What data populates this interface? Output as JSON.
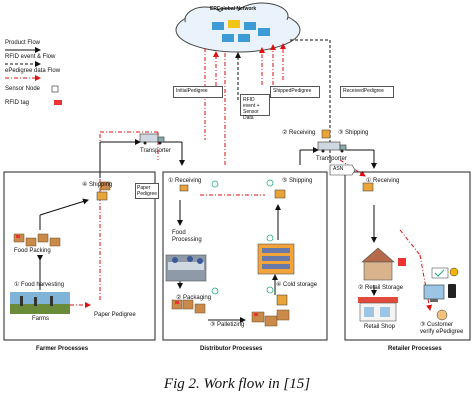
{
  "legend": {
    "product_flow": "Product Flow",
    "rfid_event": "RFID event & Flow",
    "epedigree_flow": "ePedigree data Flow",
    "sensor_node": "Sensor Node",
    "rfid_tag": "RFID tag"
  },
  "network": {
    "title": "EPCglobal Network"
  },
  "top_docs": {
    "initial": "InitialPedigree",
    "rfid_event": "RFID event + Sensor Data",
    "shipped": "ShippedPedigree",
    "received": "ReceivedPedigree"
  },
  "transporter": {
    "top": "Transporter",
    "middle": "Transporter"
  },
  "distributor_top": {
    "receiving": "② Receiving",
    "shipping": "③ Shipping"
  },
  "asn": "ASN",
  "farmer": {
    "shipping": "④ Shipping",
    "food_packing": "Food Packing",
    "food_harvesting": "① Food harvesting",
    "farms": "Farms",
    "paper_pedigree": "Paper Pedigree",
    "title": "Farmer Processes"
  },
  "paper_pedigree_mid": "Paper Pedigree",
  "distributor": {
    "receiving": "① Receiving",
    "food_processing": "Food Processing",
    "packaging": "② Packaging",
    "palletizing": "③ Palletizing",
    "cold_storage": "④ Cold storage",
    "shipping": "⑤ Shipping",
    "title": "Distributor Processes"
  },
  "retailer": {
    "receiving": "① Receiving",
    "retail_storage": "② Retail Storage",
    "retail_shop": "Retail Shop",
    "customer": "③ Customer verify ePedigree",
    "title": "Retailer Processes"
  },
  "caption": "Fig 2. Work flow in [15]"
}
